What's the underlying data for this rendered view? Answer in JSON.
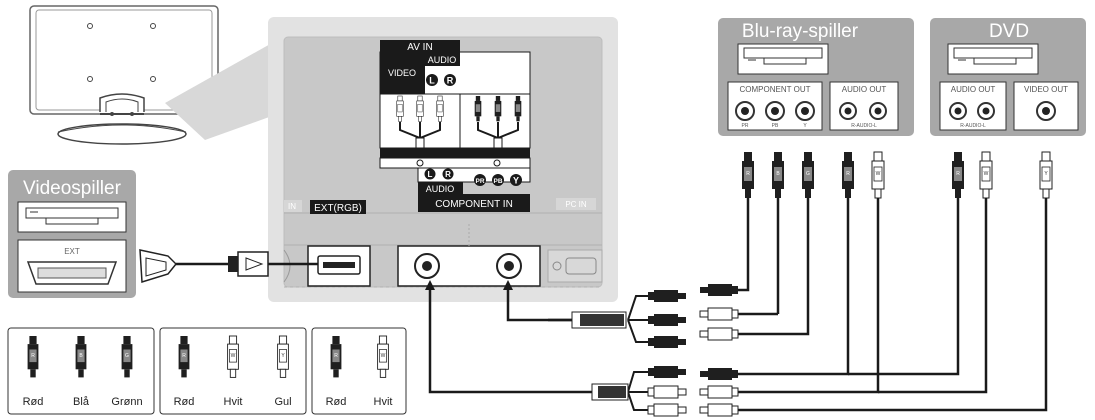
{
  "devices": {
    "bluray": {
      "title": "Blu-ray-spiller",
      "component_out": "COMPONENT OUT",
      "audio_out": "AUDIO OUT",
      "pr": "PR",
      "pb": "PB",
      "y": "Y",
      "audio_lr": "R-AUDIO-L"
    },
    "dvd": {
      "title": "DVD",
      "audio_out": "AUDIO OUT",
      "video_out": "VIDEO OUT",
      "audio_lr": "R-AUDIO-L"
    },
    "video": {
      "title": "Videospiller",
      "ext": "EXT"
    }
  },
  "tv_panel": {
    "av_in": "AV IN",
    "audio": "AUDIO",
    "video": "VIDEO",
    "l": "L",
    "r": "R",
    "audio_bottom": "AUDIO",
    "component_in": "COMPONENT IN",
    "pr": "PR",
    "pb": "PB",
    "y": "Y",
    "in_label": "IN",
    "ext_rgb": "EXT(RGB)",
    "pc_in": "PC IN"
  },
  "plug_letters": {
    "r": "R",
    "b": "B",
    "g": "G",
    "w": "W",
    "y": "Y"
  },
  "legend": {
    "group1": [
      "Rød",
      "Blå",
      "Grønn"
    ],
    "group2": [
      "Rød",
      "Hvit",
      "Gul"
    ],
    "group3": [
      "Rød",
      "Hvit"
    ]
  },
  "colors": {
    "panel_gray": "#c8c8c8",
    "device_box": "#a8a8a8",
    "jack_dark": "#2a2a2a",
    "line": "#1a1a1a"
  }
}
